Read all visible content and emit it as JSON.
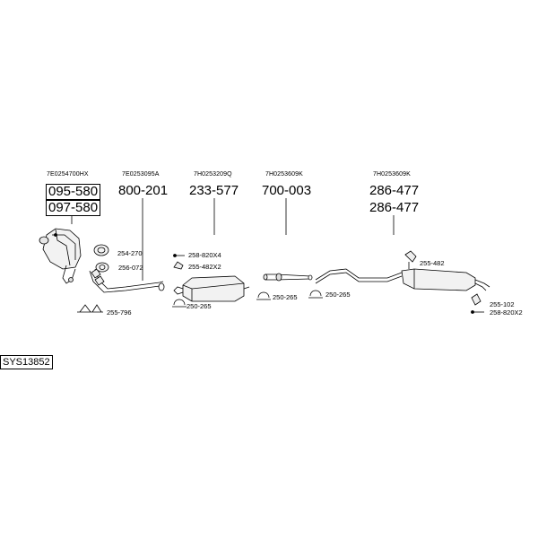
{
  "system_code": "SYS13852",
  "oem_refs": {
    "r1": "7E0254700HX",
    "r2": "7E0253095A",
    "r3": "7H0253209Q",
    "r4": "7H0253609K",
    "r5": "7H0253609K"
  },
  "part_numbers": {
    "p1a": "095-580",
    "p1b": "097-580",
    "p2": "800-201",
    "p3": "233-577",
    "p4": "700-003",
    "p5a": "286-477",
    "p5b": "286-477"
  },
  "accessories": {
    "a1": "254-270",
    "a2": "256-072",
    "a3": "255-796",
    "a4": "258-820X4",
    "a5": "255-482X2",
    "a6": "250-265",
    "a7": "250-265",
    "a8": "250-265",
    "a9": "255-482",
    "a10": "255-102",
    "a11": "258-820X2"
  }
}
